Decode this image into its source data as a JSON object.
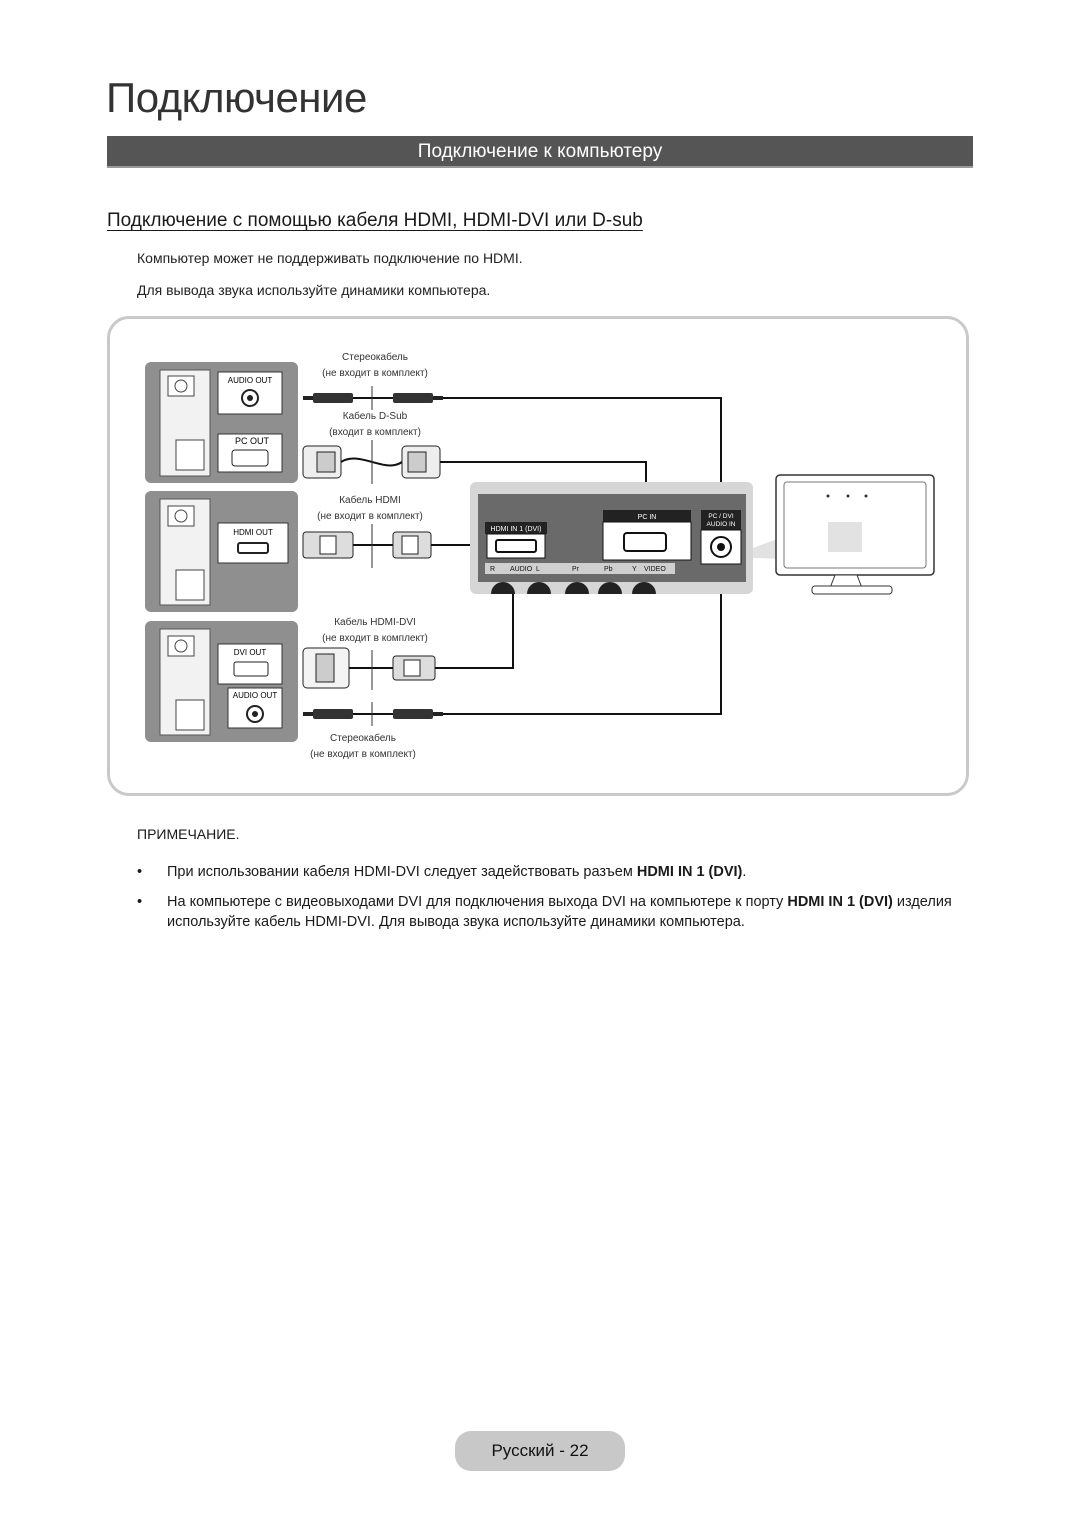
{
  "chapter_title": "Подключение",
  "section_title": "Подключение к компьютеру",
  "sub_heading": "Подключение с помощью кабеля HDMI, HDMI-DVI или D-sub",
  "intro_lines": [
    "Компьютер может не поддерживать подключение по HDMI.",
    "Для вывода звука используйте динамики компьютера."
  ],
  "diagram": {
    "pc_ports": {
      "audio_out": "AUDIO OUT",
      "pc_out": "PC OUT",
      "hdmi_out": "HDMI OUT",
      "dvi_out": "DVI OUT",
      "audio_out_2": "AUDIO OUT"
    },
    "cables": {
      "stereo_top": "Стереокабель",
      "stereo_top_note": "(не входит в комплект)",
      "dsub": "Кабель D-Sub",
      "dsub_note": "(входит в комплект)",
      "hdmi": "Кабель HDMI",
      "hdmi_note": "(не входит в комплект)",
      "hdmi_dvi": "Кабель HDMI-DVI",
      "hdmi_dvi_note": "(не входит в комплект)",
      "stereo_bottom": "Стереокабель",
      "stereo_bottom_note": "(не входит в комплект)"
    },
    "tv_ports": {
      "hdmi_in": "HDMI IN 1 (DVI)",
      "pc_in": "PC IN",
      "pc_dvi_audio_line1": "PC / DVI",
      "pc_dvi_audio_line2": "AUDIO IN",
      "row_labels": [
        "R",
        "AUDIO",
        "L",
        "Pr",
        "Pb",
        "Y",
        "VIDEO"
      ]
    }
  },
  "note": {
    "title": "ПРИМЕЧАНИЕ.",
    "items": [
      {
        "bullet": "•",
        "text": "При использовании кабеля HDMI-DVI следует задействовать разъем ",
        "bold": "HDMI IN 1 (DVI)",
        "tail": "."
      },
      {
        "bullet": "•",
        "text": "На компьютере с видеовыходами DVI для подключения выхода DVI на компьютере к порту ",
        "bold": "HDMI IN 1 (DVI)",
        "tail": " изделия используйте кабель HDMI-DVI. Для вывода звука используйте динамики компьютера."
      }
    ]
  },
  "footer": {
    "page_label": "Русский - 22"
  }
}
